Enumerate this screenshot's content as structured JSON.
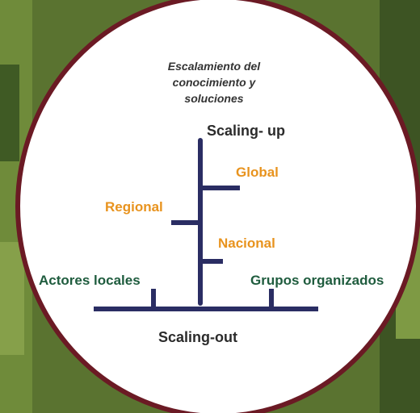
{
  "title": "Escalamiento del conocimiento y soluciones",
  "scaling_up": "Scaling- up",
  "scaling_out": "Scaling-out",
  "levels": {
    "global": "Global",
    "regional": "Regional",
    "nacional": "Nacional"
  },
  "sides": {
    "left": "Actores locales",
    "right": "Grupos organizados"
  },
  "colors": {
    "ring": "#6b1a24",
    "axis": "#2a2d63",
    "level_text": "#e8931e",
    "side_text": "#1f5c3e",
    "axis_text": "#2b2b2b",
    "foliage": "#4f6a2c"
  }
}
